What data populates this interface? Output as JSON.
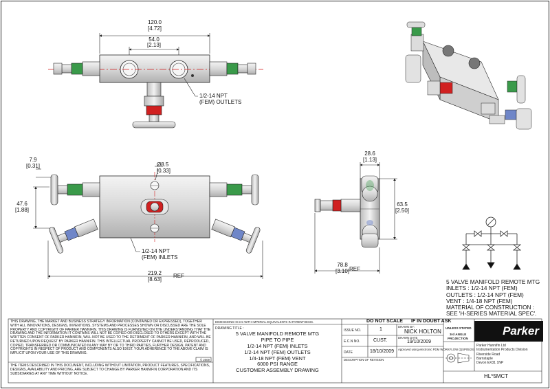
{
  "dimensions": {
    "overall_width": "120.0",
    "overall_width_in": "[4.72]",
    "outlet_spacing": "54.0",
    "outlet_spacing_in": "[2.13]",
    "vent_offset": "7.9",
    "vent_offset_in": "[0.31]",
    "hole_dia": "Ø8.5",
    "hole_dia_in": "[0.33]",
    "inlet_spacing": "47.6",
    "inlet_spacing_in": "[1.88]",
    "overall_length": "219.2",
    "overall_length_in": "[8.63]",
    "ref_label": "REF",
    "body_depth": "28.6",
    "body_depth_in": "[1.13]",
    "body_height": "63.5",
    "body_height_in": "[2.50]",
    "side_length": "78.8",
    "side_length_in": "[3.10]"
  },
  "callouts": {
    "outlets_line1": "1/2-14 NPT",
    "outlets_line2": "(FEM) OUTLETS",
    "inlets_line1": "1/2-14 NPT",
    "inlets_line2": "(FEM) INLETS"
  },
  "spec_notes": [
    "5 VALVE MANIFOLD REMOTE MTG",
    "INLETS : 1/2-14 NPT (FEM)",
    "OUTLETS : 1/2-14 NPT (FEM)",
    "VENT : 1/4-18 NPT (FEM)",
    "MATERIAL OF CONSTRUCTION :",
    "SEE 'H-SERIES MATERIAL SPEC'."
  ],
  "title_block": {
    "legal_text": "THIS DRAWING, THE MARKET AND BUSINESS STRATEGY INFORMATION (CONTAINED OR EXPRESSED), TOGETHER WITH ALL INNOVATIONS, DESIGNS, INVENTIONS, SYSTEMS AND PROCESSES SHOWN OR DISCUSSED ARE THE SOLE PROPERTY AND COPYRIGHT OF PARKER HANNIFIN. THIS DRAWING IS FURNISHED ON THE UNDERSTANDING THAT THE DRAWING AND THE INFORMATION IT CONTAINS WILL NOT BE COPIED OR DISCLOSED TO OTHERS EXCEPT WITH THE WRITTEN CONSENT OF PARKER HANNIFIN, WILL NOT BE USED TO THE DETRIMENT OF PARKER HANNIFIN, AND WILL BE RETURNED UPON REQUEST BY PARKER HANNIFIN. THIS INTELLECTUAL PROPERTY CANNOT BE USED, REPRODUCED, COPIED, TRANSFERRED OR COMMUNICATED IN ANY WAY BY OR TO THIRD PARTIES, FURTHER DESIGN, PATENT AND COPYRIGHTS IN RESPECT OF PRODUCT AND COMPONENTS ALSO EXIST. YOUR ADHERENCE TO THE ABOVE CLAIM IS IMPLICIT UPON YOUR USE OF THIS DRAWING.",
    "copyright": "© 2009",
    "disclaimer": "THE ITEMS DESCRIBED IN THIS DOCUMENT, INCLUDING WITHOUT LIMITATION, PRODUCT FEATURES, SPECIFICATIONS, DESIGNS, AVAILABILITY AND PRICING, ARE SUBJECT TO CHANGE BY PARKER HANNIFIN CORPORATION AND ITS SUBSIDIARIES AT ANY TIME WITHOUT NOTICE.",
    "dims_note": "DIMENSIONS IN mm WITH IMPERIAL EQUIVALENTS IN PARENTHESIS.",
    "drawing_title_label": "DRAWING TITLE :",
    "drawing_title_lines": [
      "5 VALVE MANIFOLD REMOTE MTG",
      "PIPE TO PIPE",
      "1/2-14 NPT (FEM) INLETS",
      "1/2-14 NPT (FEM) OUTLETS",
      "1/4-18 NPT (FEM) VENT",
      "6000 PSI RANGE",
      "CUSTOMER ASSEMBLY DRAWING"
    ],
    "do_not_scale": "DO NOT SCALE",
    "if_in_doubt": "IF IN DOUBT ASK",
    "issue_no_label": "ISSUE NO.",
    "issue_no": "1",
    "drawn_by_label": "DRAWN BY:",
    "drawn_by": "NICK HOLTON",
    "drawn_date_label": "DRAWN DATE",
    "drawn_date": "19/10/2009",
    "ecn_label": "E.C.N NO.",
    "ecn_no": "CUST.",
    "approval_note": "Approved using electronic PDM WORKFLOW (QSP05/2S)",
    "date_label": "DATE",
    "date": "18/10/2009",
    "revision_label": "DESCRIPTION OF REVISION",
    "unless_stated": "UNLESS STATED",
    "angle_line1": "3rd ANGLE",
    "angle_line2": "PROJECTION",
    "brand": "Parker",
    "company_lines": [
      "Parker Hannifin Ltd",
      "Instrumentation Products Division",
      "Riverside Road",
      "Barnstaple",
      "Devon EX31 1NP"
    ],
    "part_no": "HL*5MCT"
  },
  "colors": {
    "line": "#222222",
    "centerline": "#d11a1a",
    "valve_green": "#3a9a4a",
    "valve_red": "#d02020",
    "valve_blue": "#6f86c8",
    "metal": "#dcdcdc",
    "logo_bg": "#111111"
  }
}
